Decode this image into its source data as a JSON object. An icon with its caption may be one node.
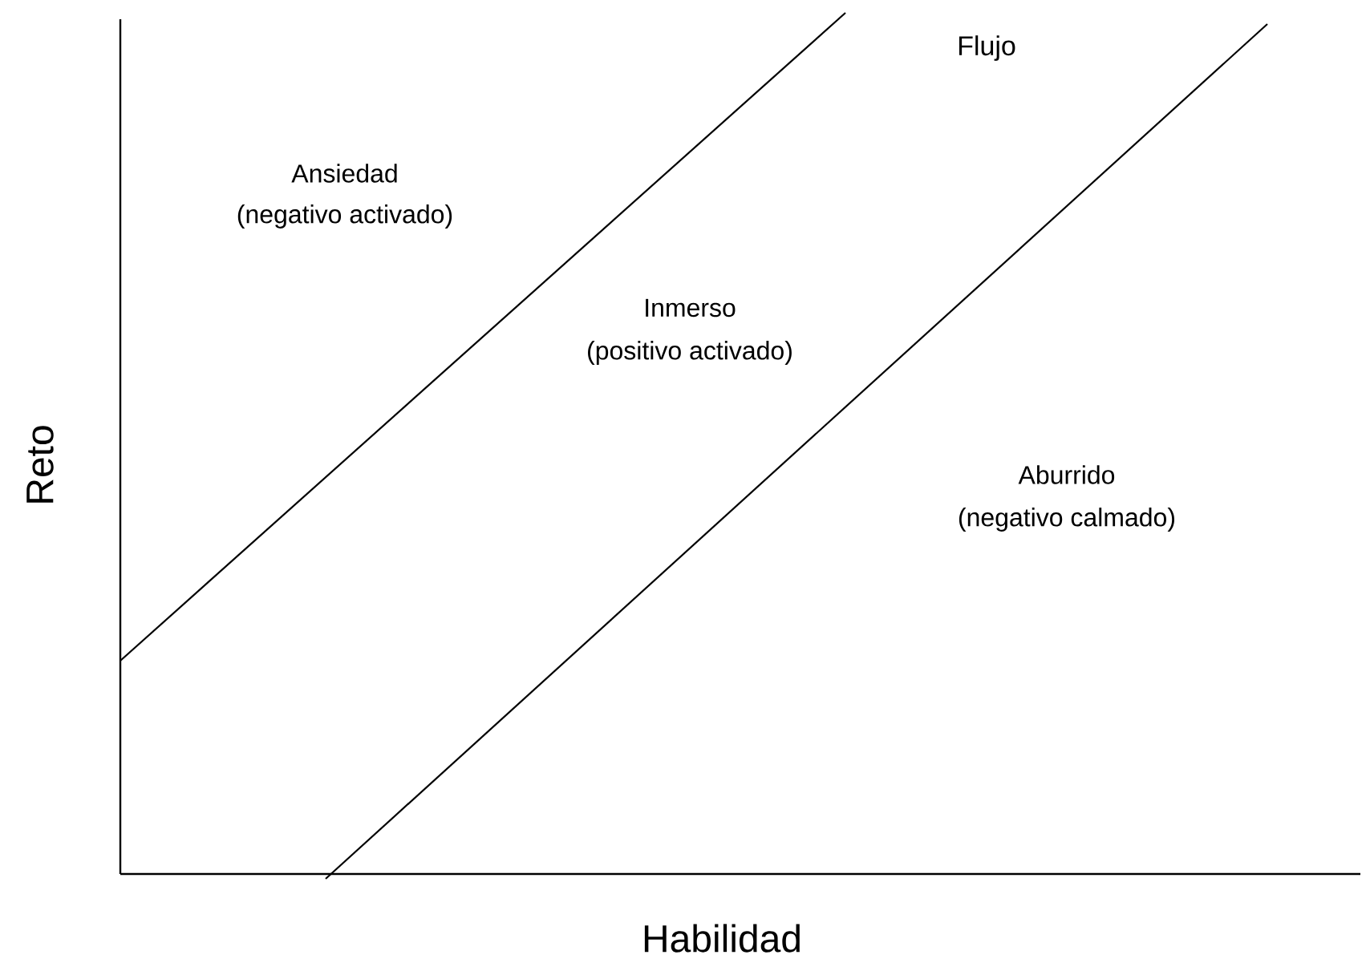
{
  "diagram": {
    "labels": [
      "Flujo",
      "Ansiedad",
      "(negativo activado)",
      "Inmerso",
      "(positivo activado)",
      "Reto",
      "Aburrido",
      "(negativo calmado)",
      "Habilidad"
    ]
  }
}
